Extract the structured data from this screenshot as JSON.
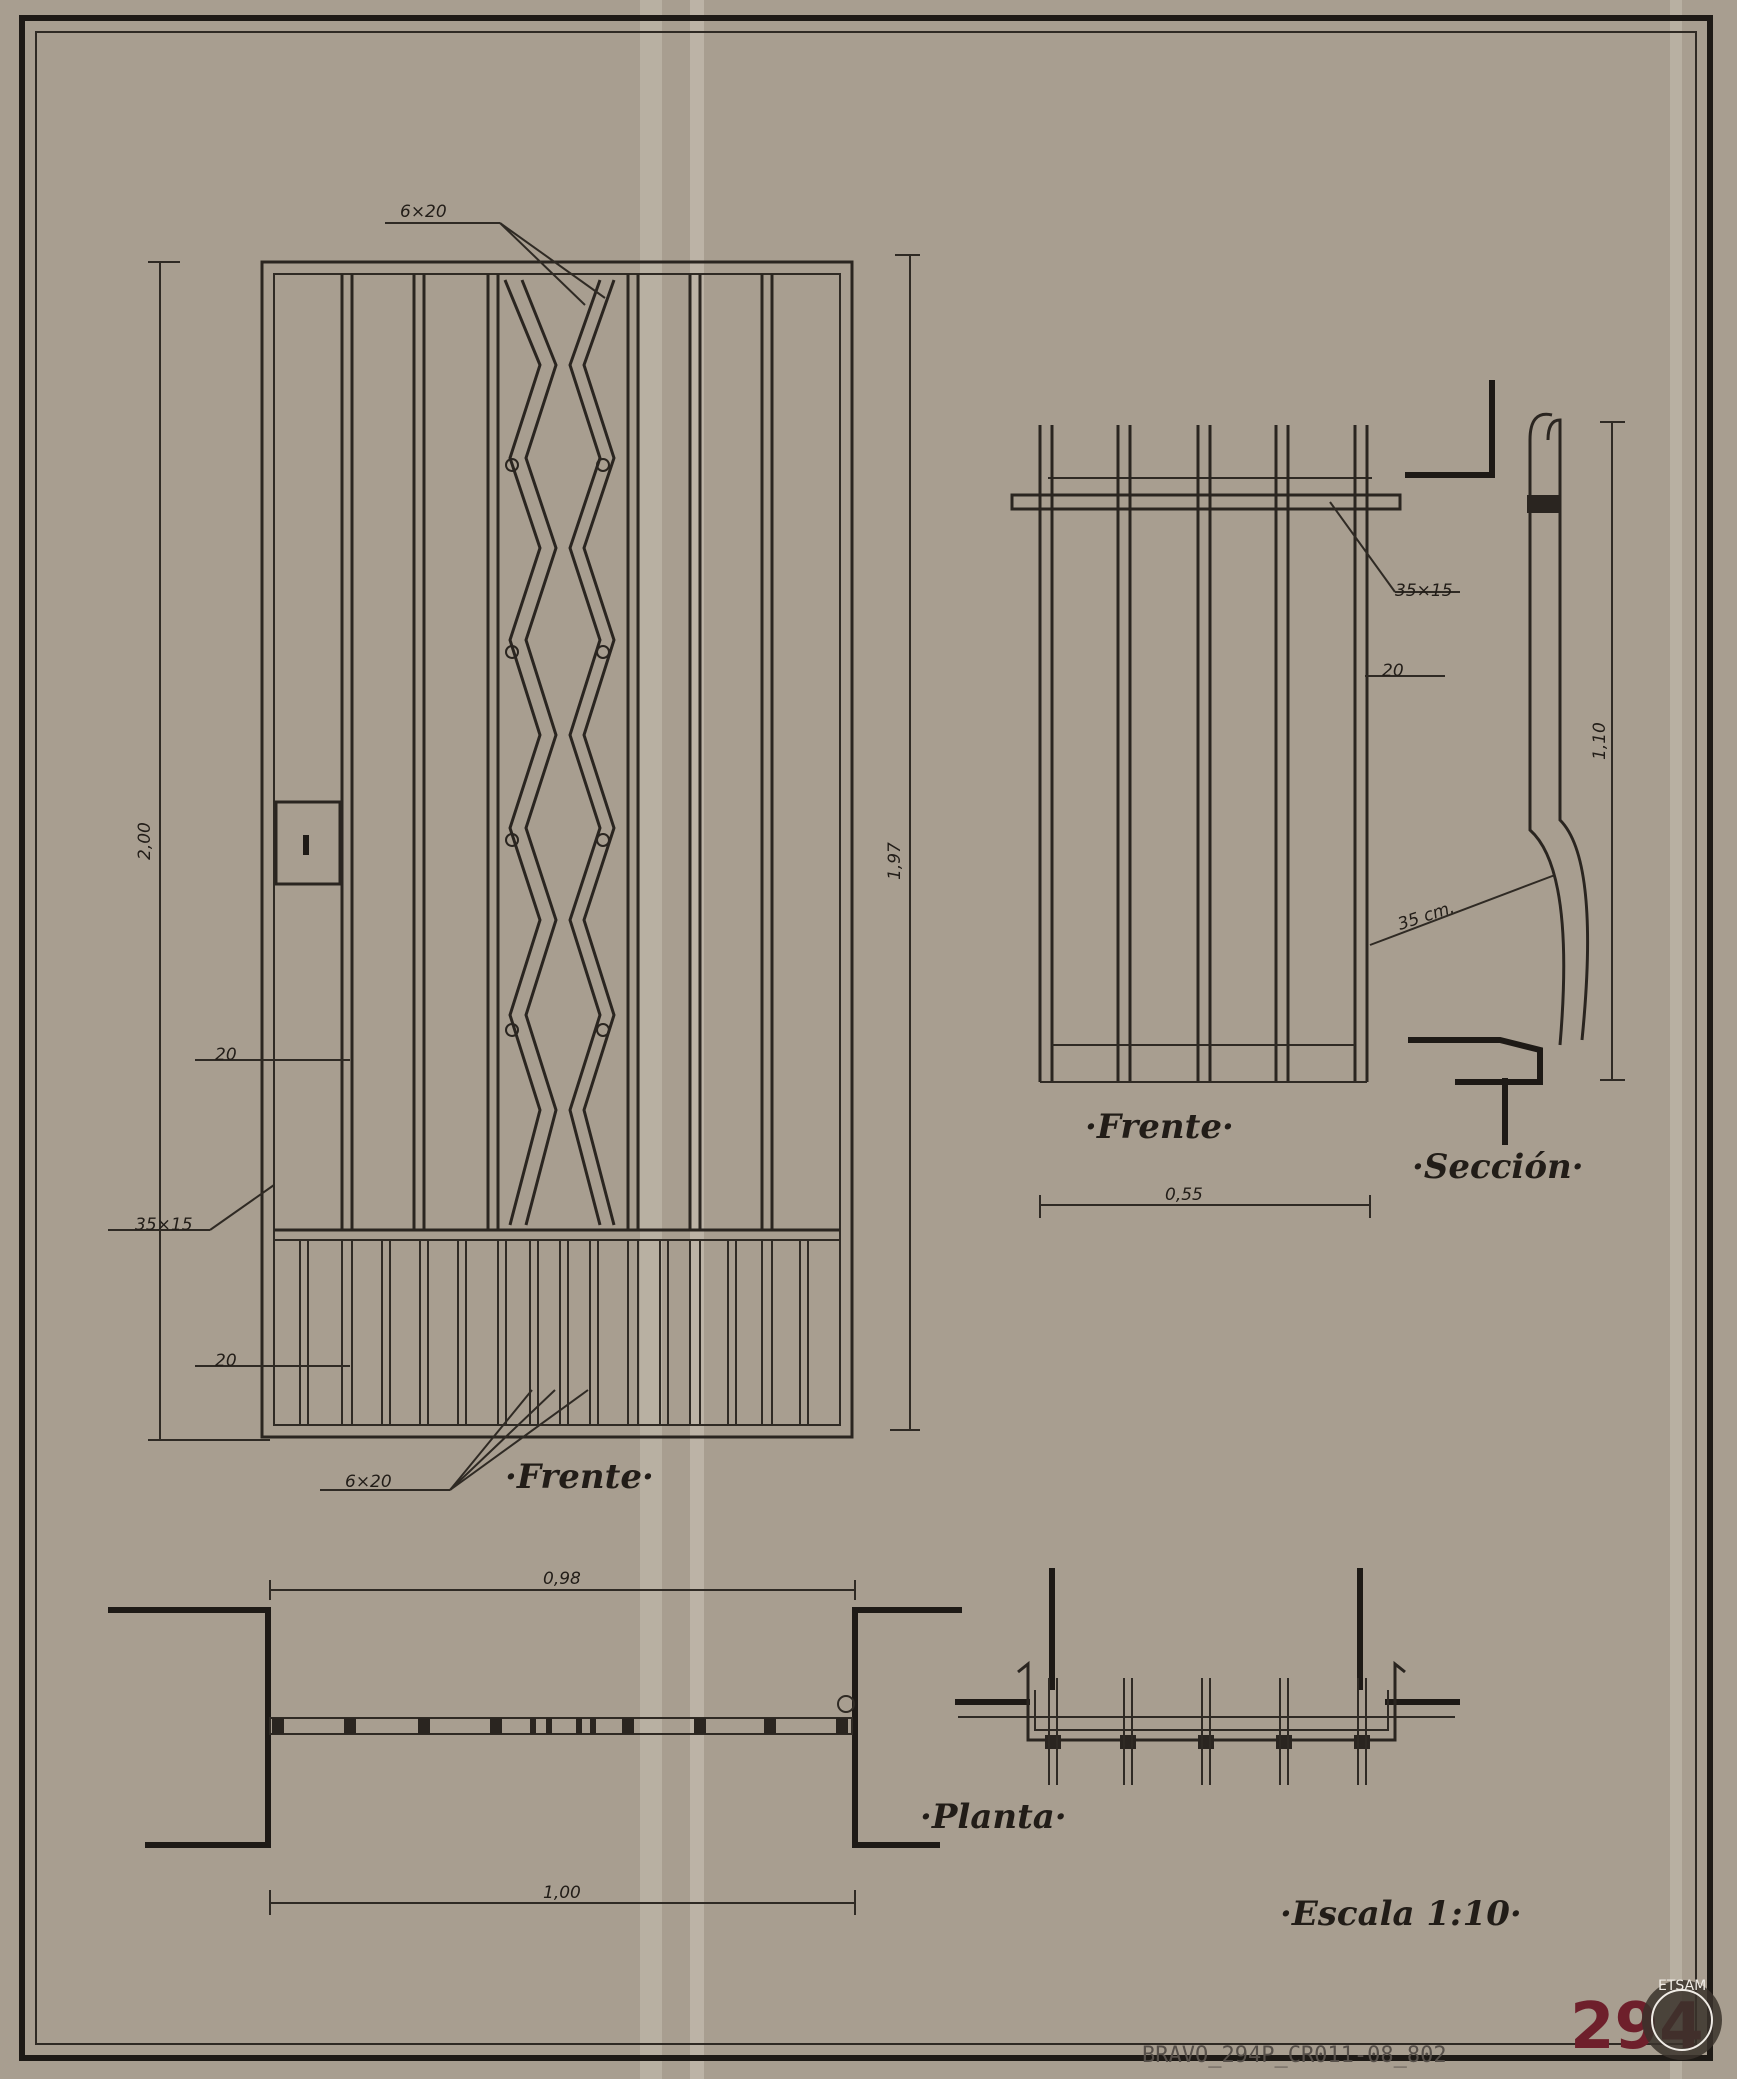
{
  "colors": {
    "paper": "#b2a99b",
    "ink": "#2a2520",
    "stamp": "#6e1f2b"
  },
  "views": {
    "main_front": {
      "title": "·Frente·",
      "labels": {
        "bar_top": "6×20",
        "bar_mid": "20",
        "frame": "35×15",
        "bar_bottom": "20",
        "bar_base": "6×20"
      },
      "dims": {
        "height_left": "2,00",
        "height_right": "1,97"
      }
    },
    "small_front": {
      "title": "·Frente·",
      "labels": {
        "rail": "35×15",
        "bar": "20",
        "curve": "35 cm."
      },
      "dims": {
        "width": "0,55"
      }
    },
    "section": {
      "title": "·Sección·",
      "dims": {
        "height": "1,10"
      }
    },
    "plan": {
      "title": "·Planta·",
      "dims": {
        "top": "0,98",
        "bottom": "1,00"
      }
    }
  },
  "scale": "·Escala 1:10·",
  "footer": {
    "code": "BRAVO_294P_CR011-08_802",
    "stamp_number": "294",
    "logo": "ETSAM",
    "logo_icon": "laurel-wreath-icon"
  }
}
